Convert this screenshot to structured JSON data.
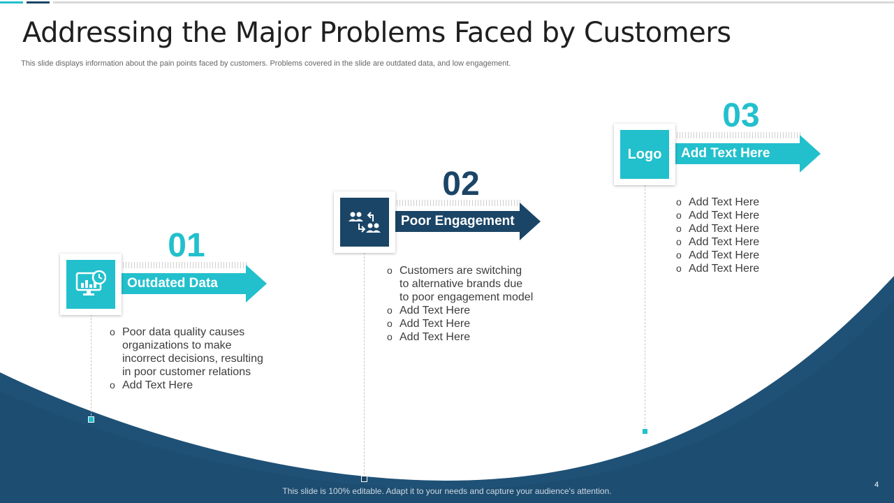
{
  "colors": {
    "teal": "#22c0cc",
    "navy": "#1b4566",
    "wave": "#1d4d70"
  },
  "header": {
    "title": "Addressing the Major Problems Faced by Customers",
    "subtitle": "This slide displays information about the pain points faced by customers. Problems covered in the slide are outdated data, and low engagement."
  },
  "steps": [
    {
      "number": "01",
      "label": "Outdated Data",
      "icon": "monitor-chart-clock-icon",
      "bullets": [
        "Poor data quality causes",
        "organizations to make",
        "incorrect decisions, resulting",
        "in poor customer relations",
        "Add Text Here"
      ]
    },
    {
      "number": "02",
      "label": "Poor Engagement",
      "icon": "people-switch-icon",
      "bullets": [
        "Customers are switching",
        "to alternative brands due",
        "to poor engagement model",
        "Add Text Here",
        "Add Text Here",
        "Add Text Here"
      ]
    },
    {
      "number": "03",
      "label": "Add Text Here",
      "logo": "Logo",
      "bullets": [
        "Add Text Here",
        "Add Text Here",
        "Add Text Here",
        "Add Text Here",
        "Add Text Here",
        "Add Text Here"
      ]
    }
  ],
  "footer": {
    "note": "This slide is 100% editable. Adapt it to your needs and capture your audience's attention.",
    "page": "4"
  }
}
